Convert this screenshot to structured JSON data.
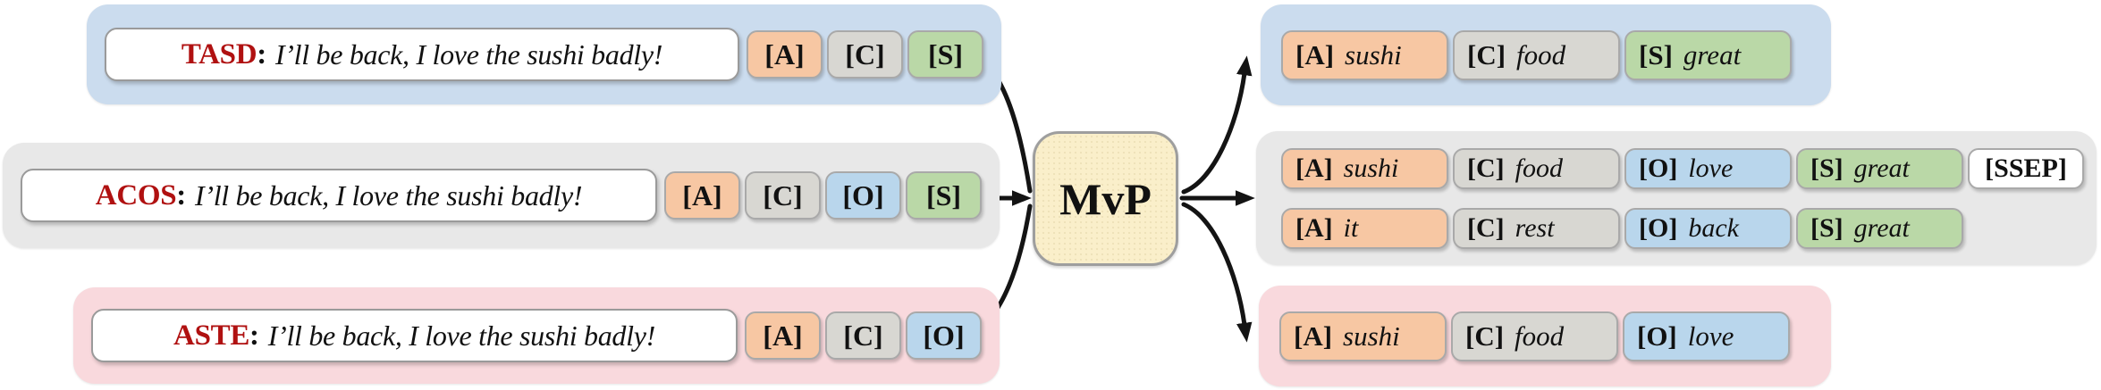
{
  "figure": {
    "model_label": "MvP"
  },
  "punct": {
    "colon": ":"
  },
  "colors": {
    "blue_bg": "#cbdcee",
    "gray_bg": "#e8e8e8",
    "pink_bg": "#f9d9dd",
    "tag_a": "#f7c7a3",
    "tag_c": "#d8d7d2",
    "tag_o": "#b9d6ec",
    "tag_s": "#bad8a7",
    "ssep_bg": "#ffffff",
    "mvp_bg": "#faefca",
    "task_red": "#b01111",
    "arrow": "#141414"
  },
  "left_inputs": [
    {
      "task": "TASD",
      "sentence": "I’ll be back, I love the sushi badly!",
      "bg": "blue_bg",
      "tags": [
        {
          "label": "[A]",
          "type": "A"
        },
        {
          "label": "[C]",
          "type": "C"
        },
        {
          "label": "[S]",
          "type": "S"
        }
      ]
    },
    {
      "task": "ACOS",
      "sentence": "I’ll be back, I love the sushi badly!",
      "bg": "gray_bg",
      "tags": [
        {
          "label": "[A]",
          "type": "A"
        },
        {
          "label": "[C]",
          "type": "C"
        },
        {
          "label": "[O]",
          "type": "O"
        },
        {
          "label": "[S]",
          "type": "S"
        }
      ]
    },
    {
      "task": "ASTE",
      "sentence": "I’ll be back, I love the sushi badly!",
      "bg": "pink_bg",
      "tags": [
        {
          "label": "[A]",
          "type": "A"
        },
        {
          "label": "[C]",
          "type": "C"
        },
        {
          "label": "[O]",
          "type": "O"
        }
      ]
    }
  ],
  "right_outputs": [
    {
      "bg": "blue_bg",
      "rows": [
        [
          {
            "label": "[A]",
            "value": "sushi",
            "type": "A"
          },
          {
            "label": "[C]",
            "value": "food",
            "type": "C"
          },
          {
            "label": "[S]",
            "value": "great",
            "type": "S"
          }
        ]
      ]
    },
    {
      "bg": "gray_bg",
      "rows": [
        [
          {
            "label": "[A]",
            "value": "sushi",
            "type": "A"
          },
          {
            "label": "[C]",
            "value": "food",
            "type": "C"
          },
          {
            "label": "[O]",
            "value": "love",
            "type": "O"
          },
          {
            "label": "[S]",
            "value": "great",
            "type": "S"
          },
          {
            "label": "[SSEP]",
            "type": "SSEP"
          }
        ],
        [
          {
            "label": "[A]",
            "value": "it",
            "type": "A"
          },
          {
            "label": "[C]",
            "value": "rest",
            "type": "C"
          },
          {
            "label": "[O]",
            "value": "back",
            "type": "O"
          },
          {
            "label": "[S]",
            "value": "great",
            "type": "S"
          }
        ]
      ]
    },
    {
      "bg": "pink_bg",
      "rows": [
        [
          {
            "label": "[A]",
            "value": "sushi",
            "type": "A"
          },
          {
            "label": "[C]",
            "value": "food",
            "type": "C"
          },
          {
            "label": "[O]",
            "value": "love",
            "type": "O"
          }
        ]
      ]
    }
  ]
}
